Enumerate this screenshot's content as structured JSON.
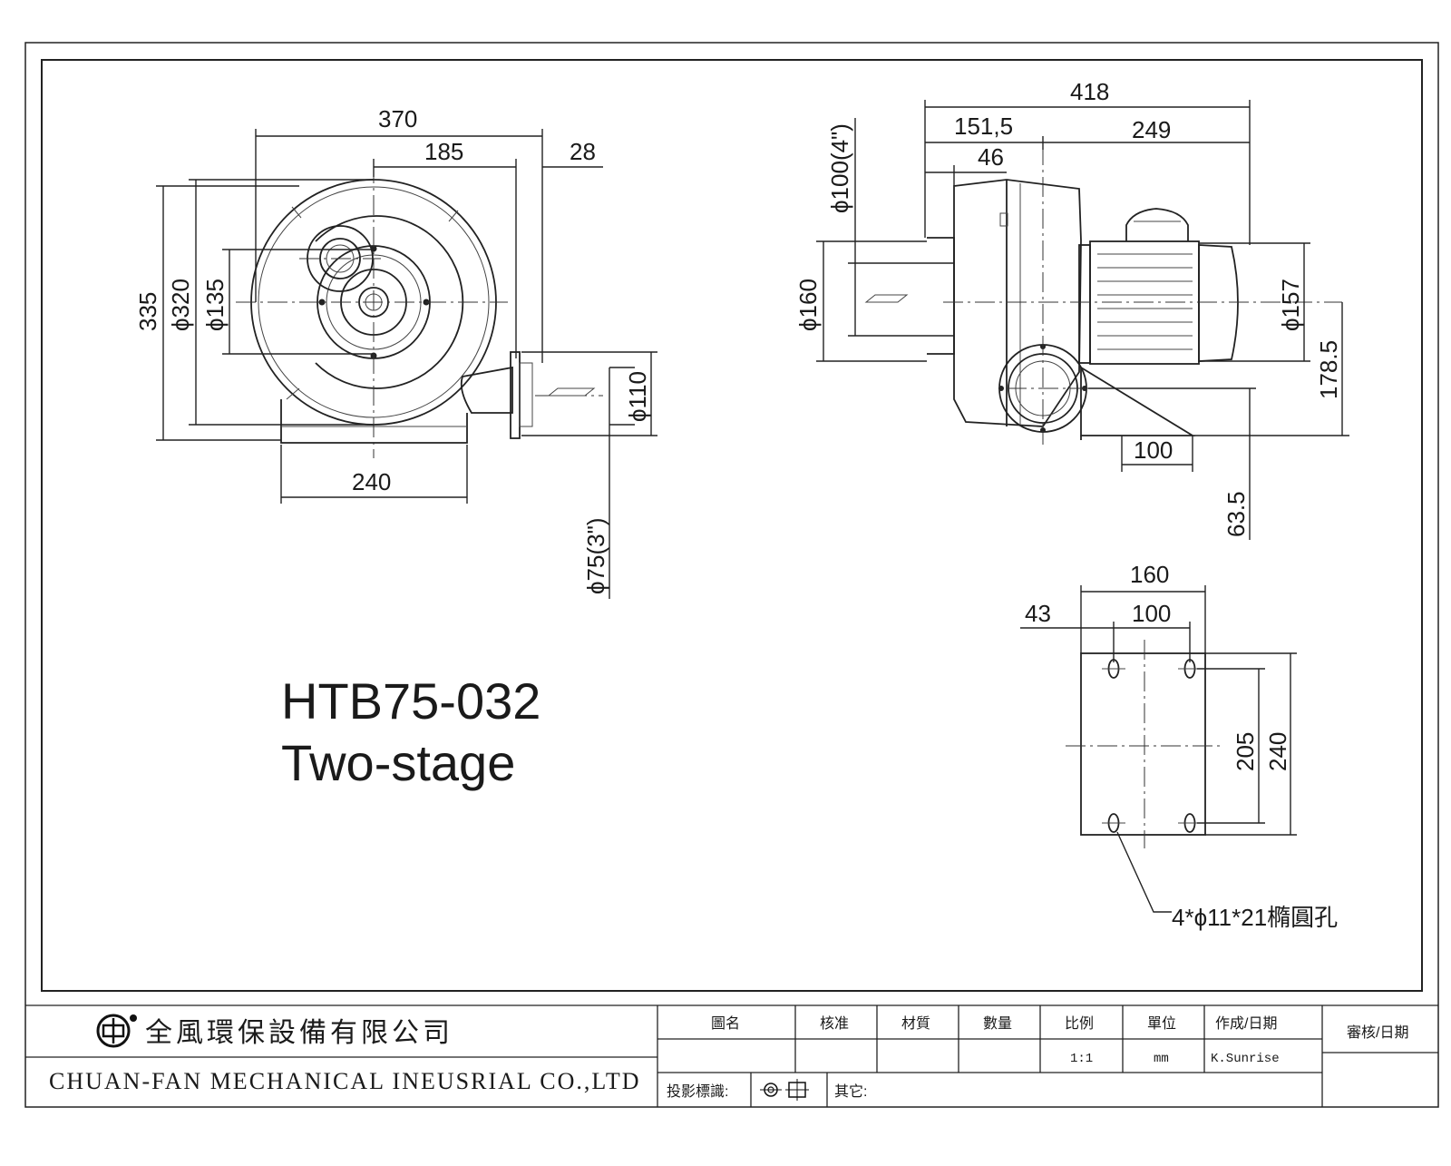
{
  "drawing": {
    "model": "HTB75-032",
    "subtitle": "Two-stage"
  },
  "front_view": {
    "width_overall": "370",
    "center_offset": "185",
    "flange_offset": "28",
    "height_overall": "335",
    "diameter_housing": "ϕ320",
    "diameter_inlet_bolt": "ϕ135",
    "outlet_flange": "ϕ110",
    "base_width": "240",
    "outlet_diameter": "ϕ75(3\")"
  },
  "side_view": {
    "length_overall": "418",
    "length_front": "151,5",
    "length_rear": "249",
    "inlet_depth": "46",
    "inlet_diameter": "ϕ100(4\")",
    "inlet_flange": "ϕ160",
    "motor_diameter": "ϕ157",
    "center_height": "178.5",
    "base_mount": "100",
    "outlet_height": "63.5"
  },
  "base_plate": {
    "width": "160",
    "edge_offset": "43",
    "hole_spacing_x": "100",
    "hole_spacing_y": "205",
    "length": "240",
    "holes_note": "4*ϕ11*21橢圓孔"
  },
  "title_block": {
    "company_cn": "全風環保設備有限公司",
    "company_en": "CHUAN-FAN MECHANICAL INEUSRIAL CO.,LTD",
    "headers": [
      "圖名",
      "核准",
      "材質",
      "數量",
      "比例",
      "單位",
      "作成/日期",
      "審核/日期"
    ],
    "values": [
      "",
      "",
      "",
      "",
      "1:1",
      "mm",
      "K.Sunrise",
      ""
    ],
    "projection_label": "投影標識:",
    "other_label": "其它:"
  }
}
